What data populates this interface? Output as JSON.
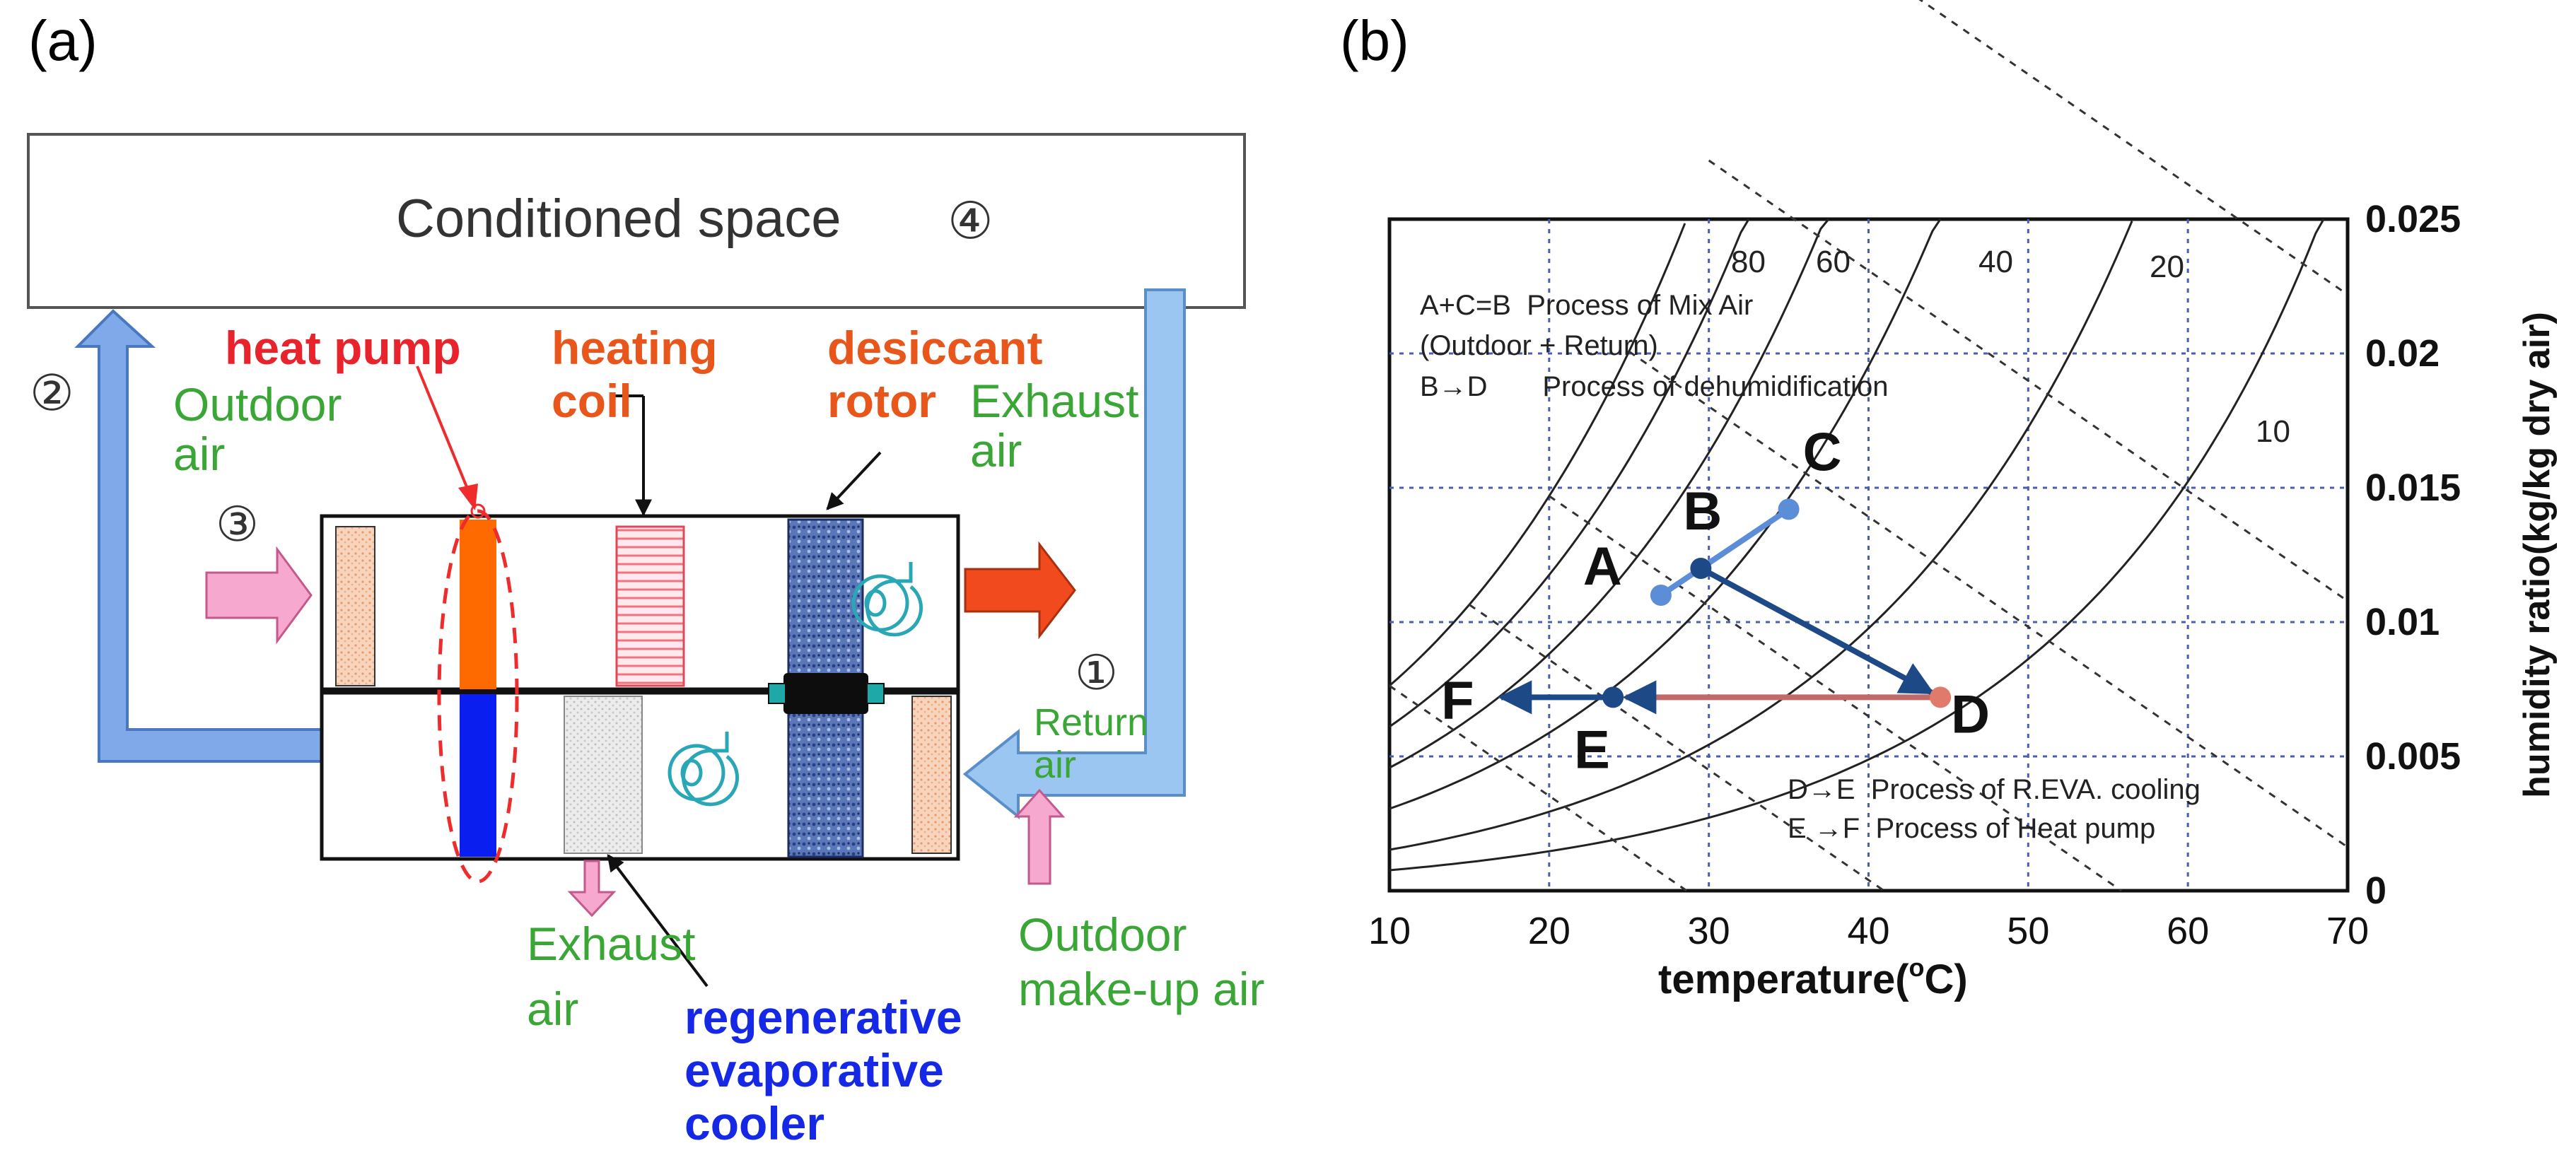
{
  "panel_a": {
    "panel_label": "(a)",
    "conditioned_space": "Conditioned space",
    "markers": {
      "m1": "①",
      "m2": "②",
      "m3": "③",
      "m4": "④"
    },
    "labels": {
      "heat_pump": "heat pump",
      "heating_coil_1": "heating",
      "heating_coil_2": "coil",
      "desiccant_1": "desiccant",
      "desiccant_2": "rotor",
      "outdoor_air_1": "Outdoor",
      "outdoor_air_2": "air",
      "exhaust_top_1": "Exhaust",
      "exhaust_top_2": "air",
      "return_air_1": "Return",
      "return_air_2": "air",
      "exhaust_bottom_1": "Exhaust",
      "exhaust_bottom_2": "air",
      "makeup_1": "Outdoor",
      "makeup_2": "make-up air",
      "rec_1": "regenerative",
      "rec_2": "evaporative",
      "rec_3": "cooler"
    },
    "colors": {
      "red_label": "#e8232b",
      "orange_label": "#e8561c",
      "green_label": "#3aa636",
      "blue_label": "#1428e6",
      "heat_pump_hot": "#ff6a00",
      "heat_pump_cold": "#0a1ef0",
      "duct_blue": "#7fa9e8",
      "arrow_pink": "#f6a8cf",
      "arrow_red": "#f04a1e",
      "fan_cyan": "#2aa7b6"
    }
  },
  "panel_b": {
    "panel_label": "(b)",
    "xlabel": "temperature(",
    "xlabel_sup": "o",
    "xlabel_end": "C)",
    "ylabel": "humidity ratio(kg/kg dry air)",
    "rh_labels": {
      "r80": "80",
      "r60": "60",
      "r40": "40",
      "r20": "20",
      "r10": "10"
    },
    "legend": {
      "l1": "A+C=B  Process of Mix Air",
      "l2": "(Outdoor + Return)",
      "l3": "B→D       Process of dehumidification",
      "l4": "D→E  Process of R.EVA. cooling",
      "l5": "E →F  Process of Heat pump"
    },
    "point_letters": {
      "A": "A",
      "B": "B",
      "C": "C",
      "D": "D",
      "E": "E",
      "F": "F"
    },
    "x_ticks": [
      "10",
      "20",
      "30",
      "40",
      "50",
      "60",
      "70"
    ],
    "y_ticks": [
      "0",
      "0.005",
      "0.01",
      "0.015",
      "0.02",
      "0.025"
    ],
    "colors": {
      "mix": "#5b8ed6",
      "dehum": "#1d4a86",
      "evap": "#c06a6a",
      "hp": "#1d4a86",
      "pointD": "#e07a6a"
    }
  },
  "chart_data": {
    "type": "scatter",
    "xlabel": "temperature(oC)",
    "ylabel": "humidity ratio(kg/kg dry air)",
    "xlim": [
      10,
      70
    ],
    "ylim": [
      0,
      0.025
    ],
    "grid": true,
    "x_ticks": [
      10,
      20,
      30,
      40,
      50,
      60,
      70
    ],
    "y_ticks": [
      0,
      0.005,
      0.01,
      0.015,
      0.02,
      0.025
    ],
    "points": [
      {
        "label": "A",
        "x": 27,
        "y": 0.011
      },
      {
        "label": "B",
        "x": 29.5,
        "y": 0.012
      },
      {
        "label": "C",
        "x": 35,
        "y": 0.0142
      },
      {
        "label": "D",
        "x": 44.5,
        "y": 0.0072
      },
      {
        "label": "E",
        "x": 24,
        "y": 0.0072
      },
      {
        "label": "F",
        "x": 17,
        "y": 0.0072
      }
    ],
    "processes": [
      {
        "from": "A",
        "to": "C"
      },
      {
        "from": "B",
        "to": "D"
      },
      {
        "from": "D",
        "to": "E"
      },
      {
        "from": "E",
        "to": "F"
      }
    ],
    "rh_curves": [
      10,
      20,
      40,
      60,
      80,
      100
    ]
  }
}
